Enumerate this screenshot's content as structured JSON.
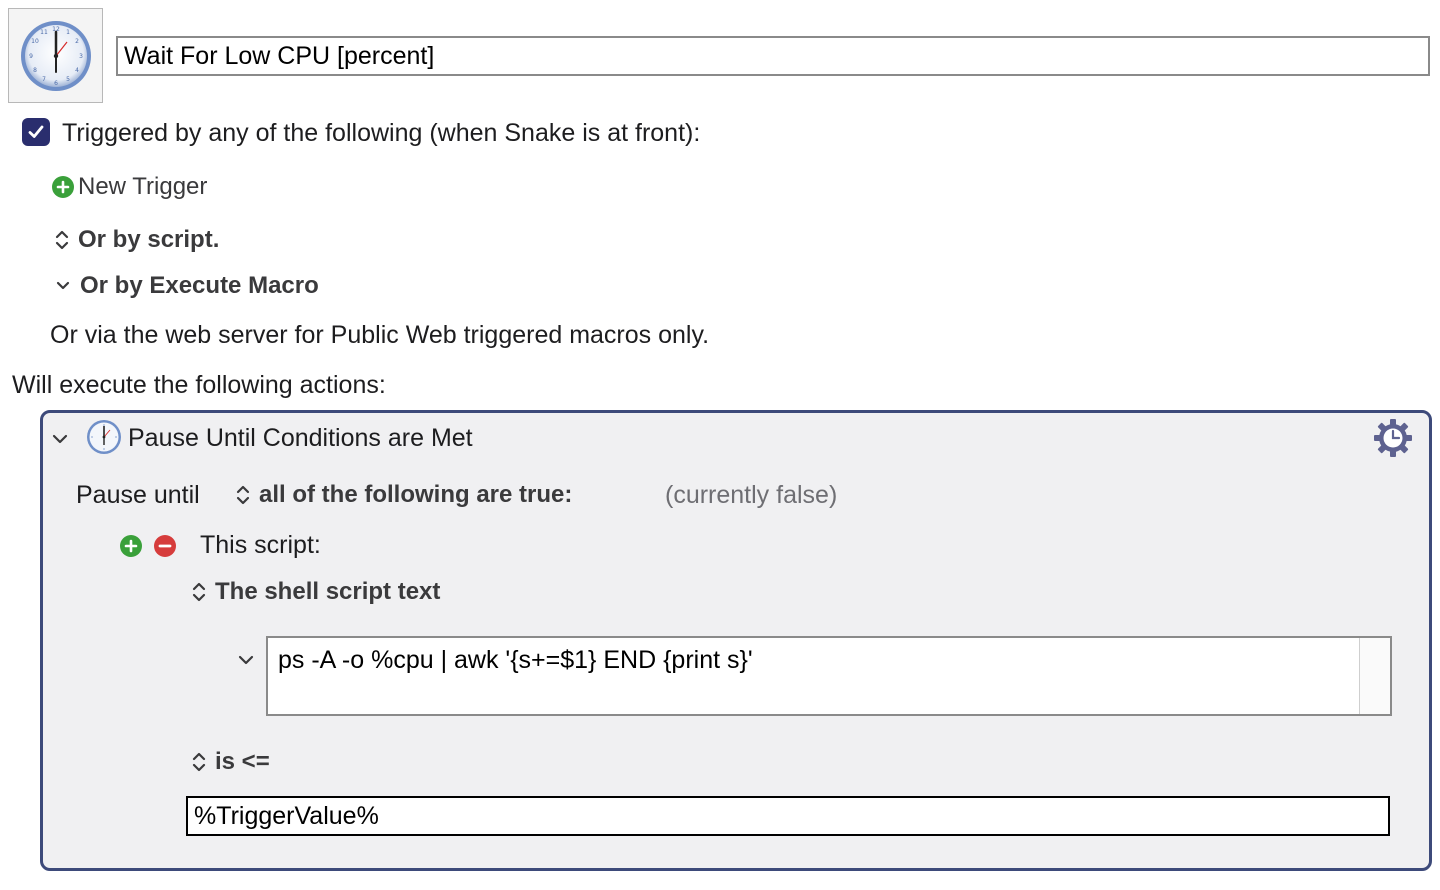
{
  "macro": {
    "name": "Wait For Low CPU [percent]"
  },
  "triggers": {
    "checked": true,
    "heading": "Triggered by any of the following (when Snake is at front):",
    "new_trigger_label": "New Trigger",
    "or_by_script": "Or by script.",
    "or_by_execute_macro": "Or by Execute Macro",
    "web_server_note": "Or via the web server for Public Web triggered macros only."
  },
  "actions": {
    "heading": "Will execute the following actions:",
    "pause_action": {
      "title": "Pause Until Conditions are Met",
      "pause_until_label": "Pause until",
      "condition_mode": "all of the following are true:",
      "status": "(currently false)",
      "condition": {
        "label": "This script:",
        "script_type": "The shell script text",
        "script_text": "ps -A -o %cpu | awk '{s+=$1} END {print s}'",
        "comparison": "is <=",
        "value": "%TriggerValue%"
      }
    }
  },
  "icons": {
    "clock": "clock-icon",
    "checkbox": "checkmark-icon",
    "add": "plus-circle-icon",
    "remove": "minus-circle-icon",
    "updown": "updown-chevron-icon",
    "disclosure": "chevron-down-icon",
    "gear": "gear-clock-icon"
  },
  "colors": {
    "accent": "#2a2e6e",
    "panel_border": "#3d4a7a",
    "add_green": "#3aa03a",
    "remove_red": "#d63c3c"
  }
}
